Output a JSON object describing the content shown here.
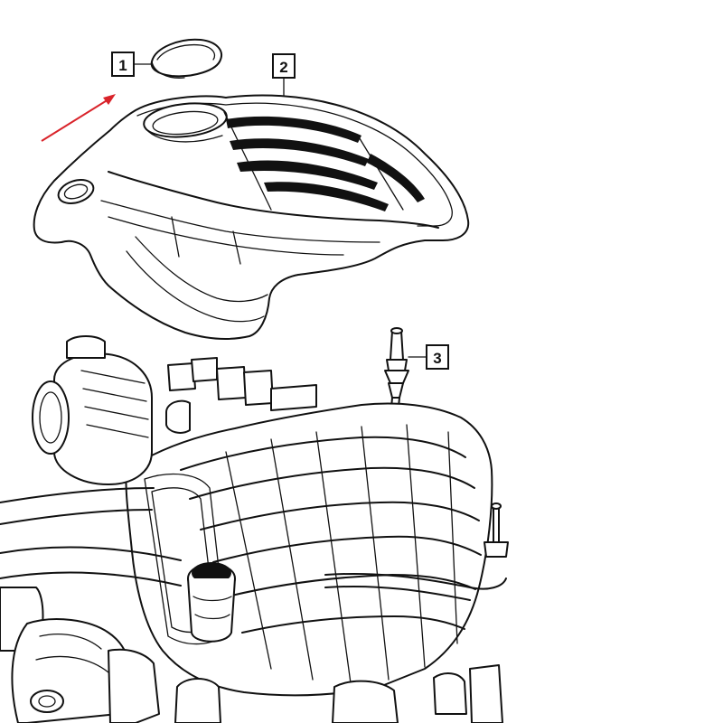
{
  "callouts": [
    {
      "id": "1",
      "label": "1"
    },
    {
      "id": "2",
      "label": "2"
    },
    {
      "id": "3",
      "label": "3"
    }
  ],
  "indicator_arrow_color": "#d9232a",
  "line_color": "#111111"
}
